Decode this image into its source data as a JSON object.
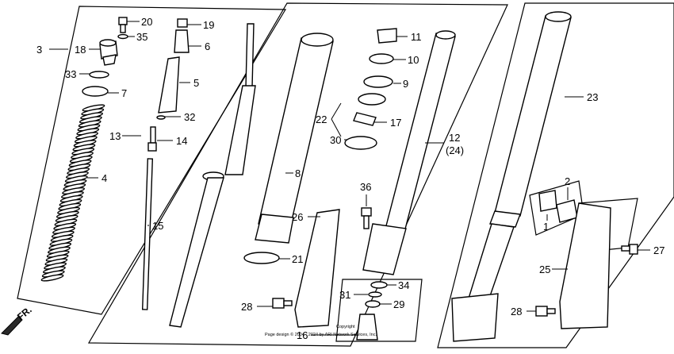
{
  "diagram": {
    "callouts": [
      {
        "id": "c20",
        "label": "20"
      },
      {
        "id": "c35",
        "label": "35"
      },
      {
        "id": "c3",
        "label": "3"
      },
      {
        "id": "c18",
        "label": "18"
      },
      {
        "id": "c33",
        "label": "33"
      },
      {
        "id": "c7",
        "label": "7"
      },
      {
        "id": "c13",
        "label": "13"
      },
      {
        "id": "c4",
        "label": "4"
      },
      {
        "id": "c19",
        "label": "19"
      },
      {
        "id": "c6",
        "label": "6"
      },
      {
        "id": "c5",
        "label": "5"
      },
      {
        "id": "c32",
        "label": "32"
      },
      {
        "id": "c14",
        "label": "14"
      },
      {
        "id": "c15",
        "label": "15"
      },
      {
        "id": "c8",
        "label": "8"
      },
      {
        "id": "c26",
        "label": "26"
      },
      {
        "id": "c21",
        "label": "21"
      },
      {
        "id": "c28a",
        "label": "28"
      },
      {
        "id": "c11",
        "label": "11"
      },
      {
        "id": "c10",
        "label": "10"
      },
      {
        "id": "c9",
        "label": "9"
      },
      {
        "id": "c22",
        "label": "22"
      },
      {
        "id": "c17",
        "label": "17"
      },
      {
        "id": "c30",
        "label": "30"
      },
      {
        "id": "c12",
        "label": "12"
      },
      {
        "id": "c24",
        "label": "(24)"
      },
      {
        "id": "c36",
        "label": "36"
      },
      {
        "id": "c34",
        "label": "34"
      },
      {
        "id": "c31",
        "label": "31"
      },
      {
        "id": "c29",
        "label": "29"
      },
      {
        "id": "c16",
        "label": "16"
      },
      {
        "id": "c23",
        "label": "23"
      },
      {
        "id": "c2",
        "label": "2"
      },
      {
        "id": "c1",
        "label": "1"
      },
      {
        "id": "c27",
        "label": "27"
      },
      {
        "id": "c25",
        "label": "25"
      },
      {
        "id": "c28b",
        "label": "28"
      }
    ],
    "front_marker": "FR.",
    "copyright": {
      "line1": "Copyright",
      "line2": "Page design © 2004 - 2024 by ARI Network Services, Inc."
    }
  }
}
